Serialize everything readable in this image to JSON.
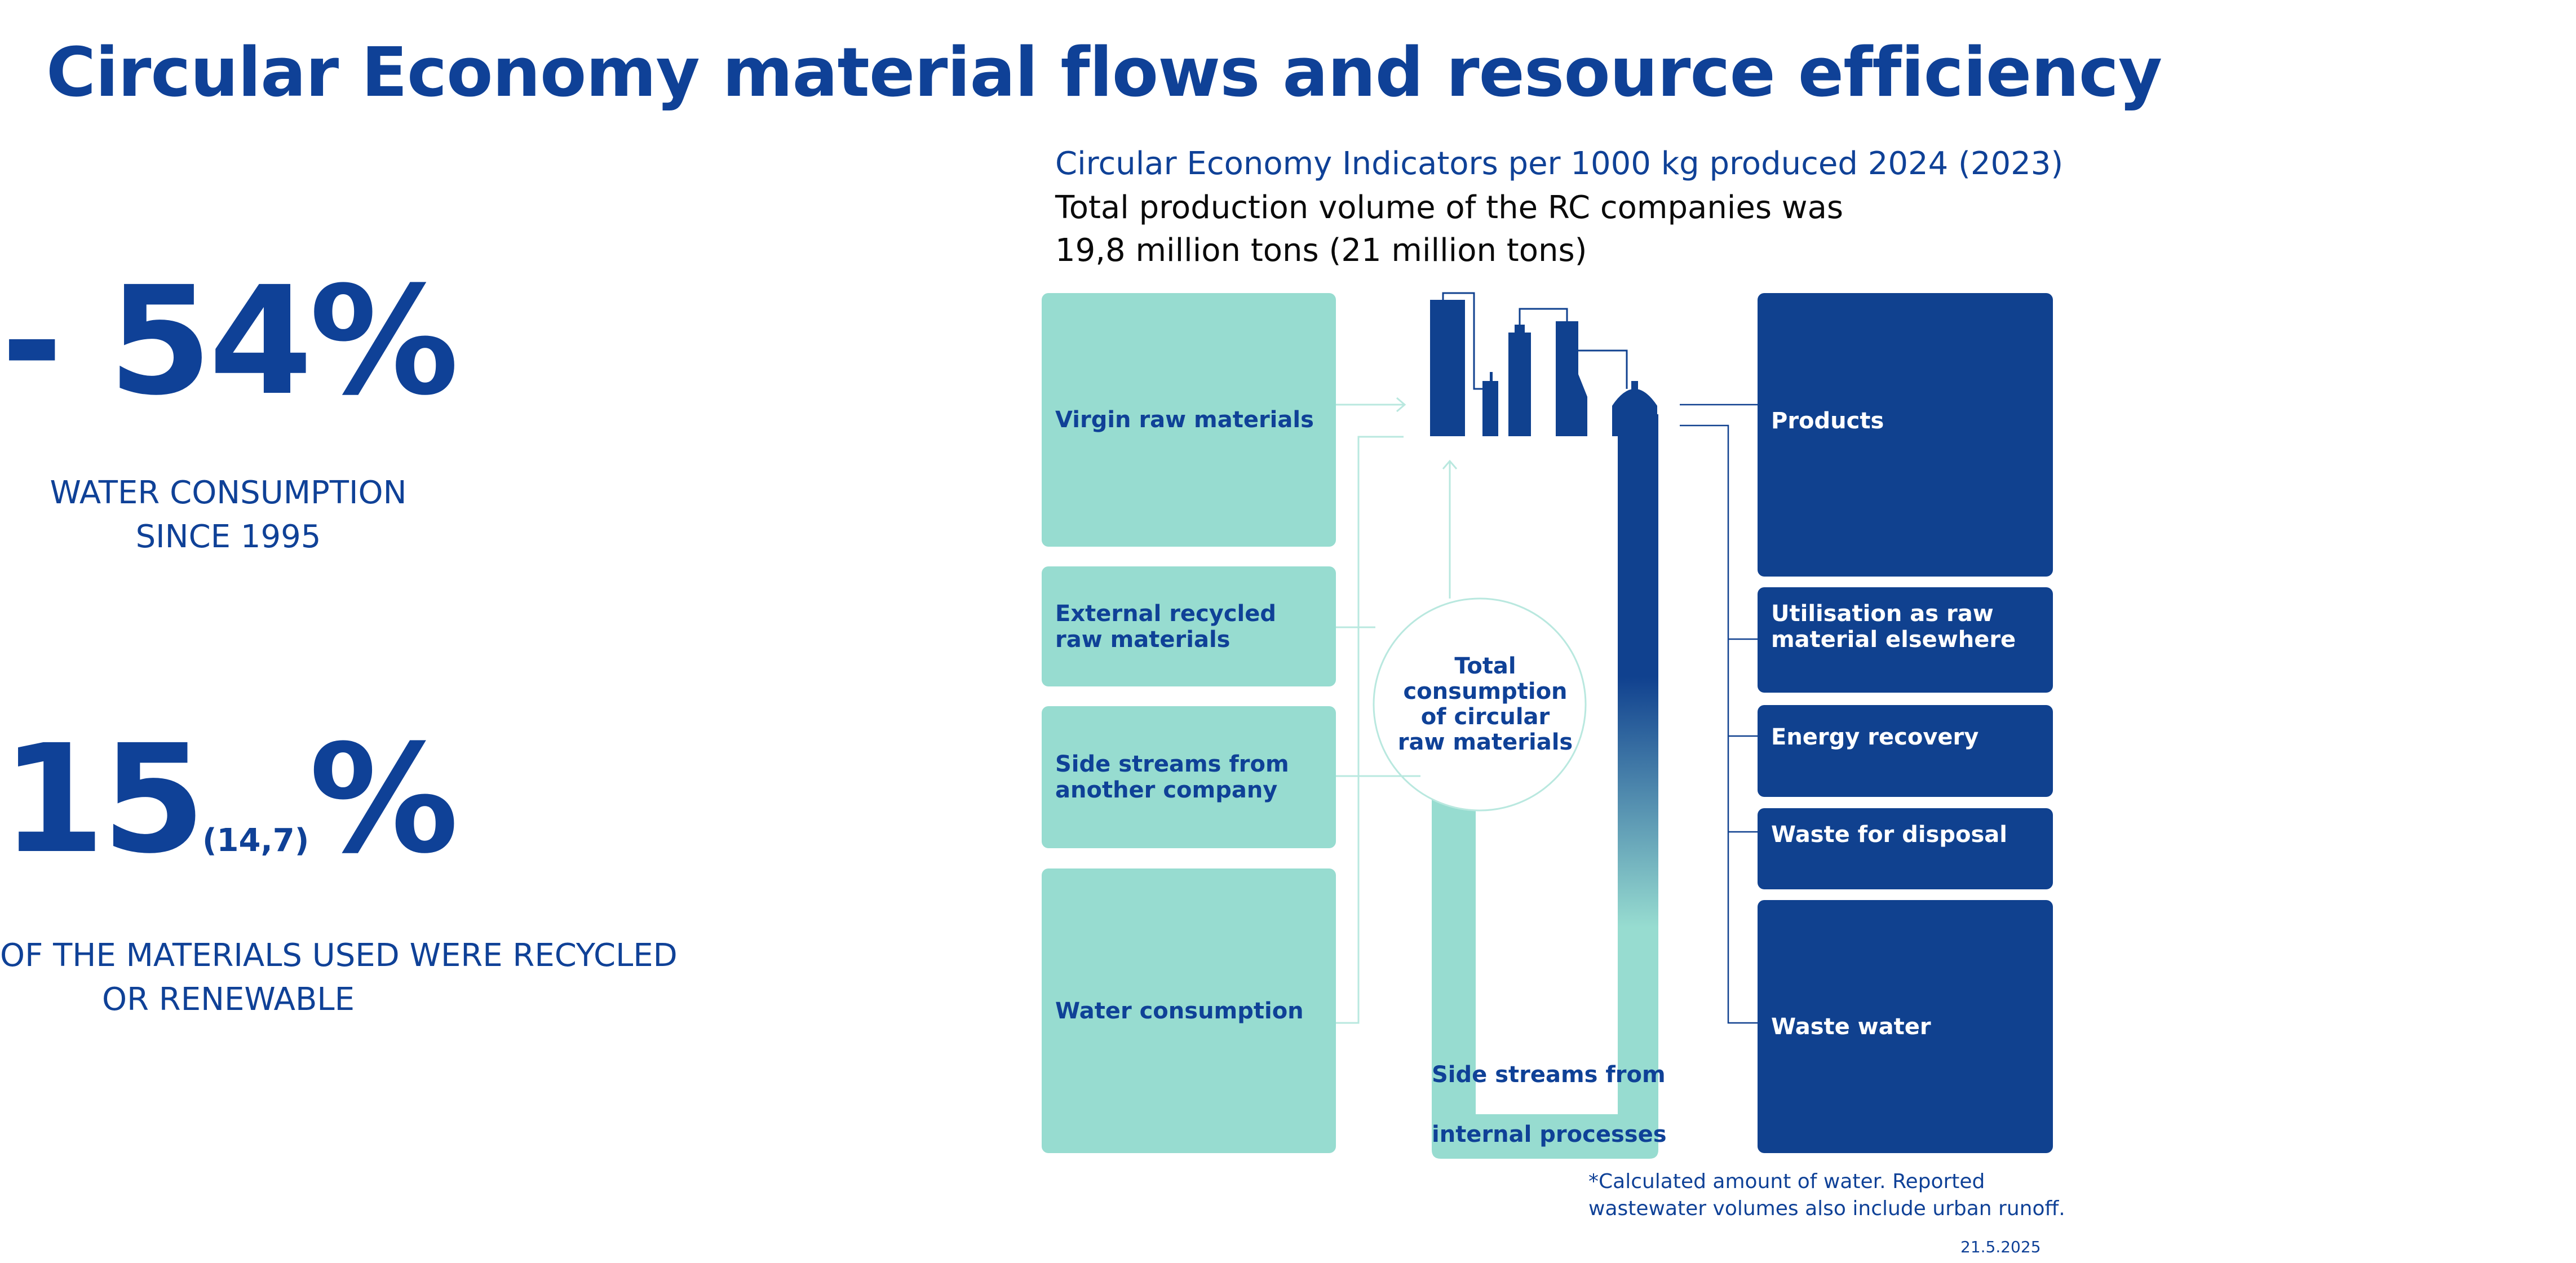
{
  "title": "Circular Economy material flows and resource efficiency",
  "kpis": {
    "water": {
      "value": "- 54%",
      "line1": "WATER CONSUMPTION",
      "line2": "SINCE 1995"
    },
    "recycled": {
      "value_main": "15",
      "value_sub": "(14,7)",
      "value_pct": "%",
      "line1": "OF THE MATERIALS USED WERE RECYCLED",
      "line2": "OR RENEWABLE"
    }
  },
  "header": {
    "indicators": "Circular Economy Indicators per 1000 kg produced 2024 (2023)",
    "production_line1": "Total production volume of the RC companies was",
    "production_line2": "19,8 million tons (21 million tons)"
  },
  "inputs": [
    {
      "label": "Virgin raw materials"
    },
    {
      "label": "External recycled\nraw materials"
    },
    {
      "label": "Side streams from\nanother company"
    },
    {
      "label": "Water consumption"
    }
  ],
  "center": {
    "label": "Total\nconsumption\nof circular\nraw materials"
  },
  "internal": {
    "line1": "Side streams from",
    "line2": "internal processes"
  },
  "outputs": [
    {
      "label": "Products"
    },
    {
      "label": "Utilisation as raw\nmaterial elsewhere"
    },
    {
      "label": "Energy recovery"
    },
    {
      "label": "Waste for disposal"
    },
    {
      "label": "Waste water"
    }
  ],
  "footnote": {
    "line1": "*Calculated amount of water. Reported",
    "line2": "wastewater volumes also include urban runoff."
  },
  "date": "21.5.2025",
  "colors": {
    "navy": "#0f4197",
    "output_box": "#10418f",
    "teal": "#97dcd0",
    "text_dark": "#0a0a0a",
    "thin_line": "#b9e8df"
  },
  "icons": [
    "factory-icon"
  ]
}
